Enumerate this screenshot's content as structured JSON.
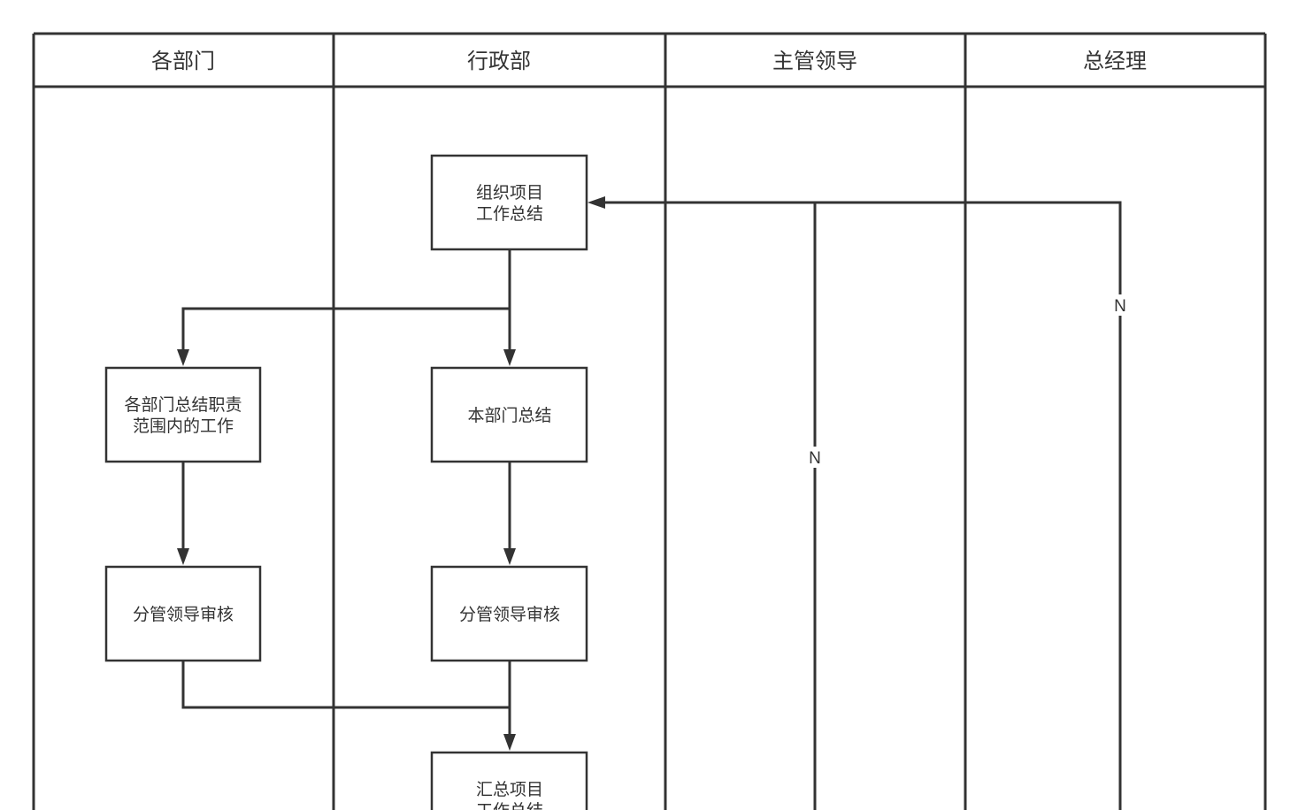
{
  "lanes": [
    {
      "label": "各部门"
    },
    {
      "label": "行政部"
    },
    {
      "label": "主管领导"
    },
    {
      "label": "总经理"
    }
  ],
  "nodes": {
    "organize": {
      "lines": [
        "组织项目",
        "工作总结"
      ]
    },
    "dept_summary": {
      "lines": [
        "各部门总结职责",
        "范围内的工作"
      ]
    },
    "own_summary": {
      "lines": [
        "本部门总结"
      ]
    },
    "dept_review": {
      "lines": [
        "分管领导审核"
      ]
    },
    "admin_review": {
      "lines": [
        "分管领导审核"
      ]
    },
    "aggregate": {
      "lines": [
        "汇总项目",
        "工作总结"
      ]
    }
  },
  "edge_labels": {
    "supervisor_reject": "N",
    "gm_reject": "N"
  },
  "colors": {
    "stroke": "#333333",
    "background": "#ffffff"
  }
}
